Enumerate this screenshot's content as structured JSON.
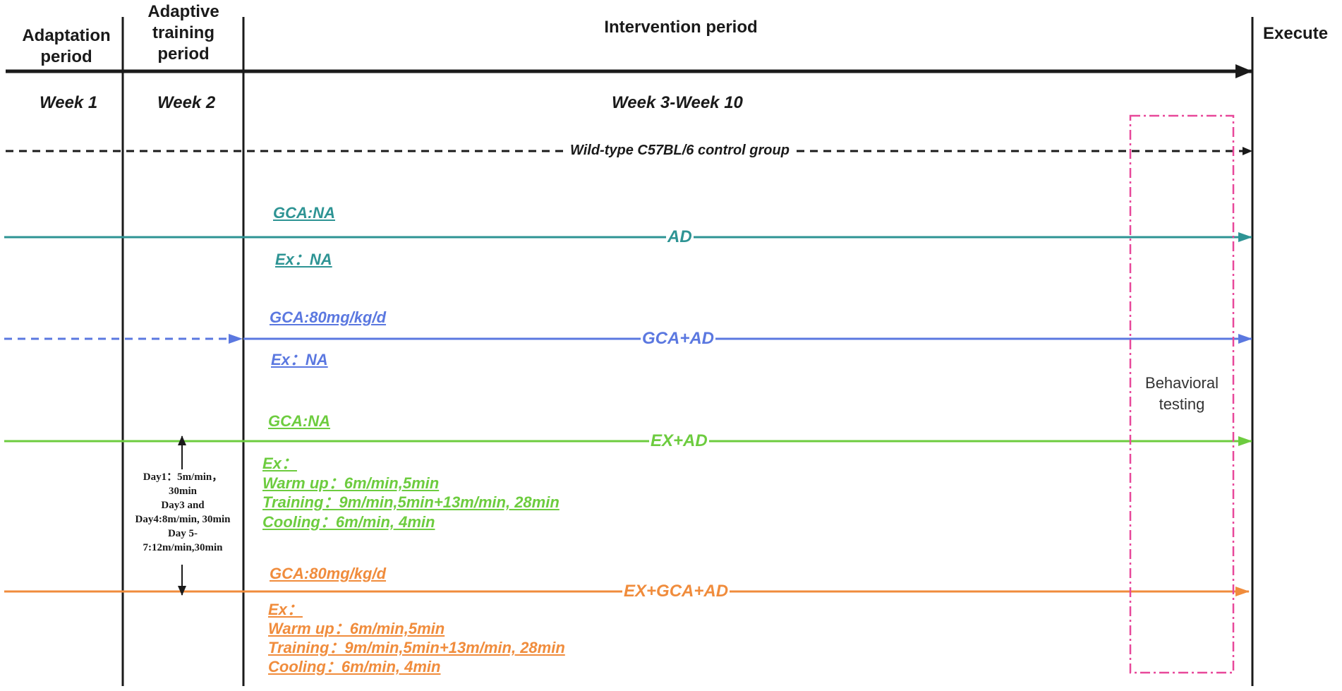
{
  "headers": {
    "adaptation": "Adaptation\nperiod",
    "adaptive_training": "Adaptive\ntraining\nperiod",
    "intervention": "Intervention period",
    "execute": "Execute"
  },
  "weeks": {
    "week1": "Week 1",
    "week2": "Week 2",
    "week3_10": "Week 3-Week 10"
  },
  "groups": {
    "control": {
      "label": "Wild-type C57BL/6 control group",
      "color": "#1a1a1a"
    },
    "ad": {
      "label": "AD",
      "color": "#2e9494",
      "gca": "GCA:NA",
      "ex": "Ex：NA"
    },
    "gca_ad": {
      "label": "GCA+AD",
      "color": "#5b78e0",
      "gca": "GCA:80mg/kg/d",
      "ex": "Ex：NA"
    },
    "ex_ad": {
      "label": "EX+AD",
      "color": "#6dcc3f",
      "gca": "GCA:NA",
      "ex_lines": [
        "Ex：",
        "Warm up：6m/min,5min",
        "Training：9m/min,5min+13m/min, 28min",
        "Cooling：6m/min, 4min"
      ]
    },
    "ex_gca_ad": {
      "label": "EX+GCA+AD",
      "color": "#f08c3c",
      "gca": "GCA:80mg/kg/d",
      "ex_lines": [
        "Ex：",
        "Warm up：6m/min,5min",
        "Training：9m/min,5min+13m/min, 28min",
        "Cooling：6m/min, 4min"
      ]
    }
  },
  "training_note": "Day1：5m/min，30min\nDay3 and Day4:8m/min, 30min\nDay 5-7:12m/min,30min",
  "behavioral_testing": {
    "label": "Behavioral\ntesting",
    "color": "#e8489a"
  }
}
